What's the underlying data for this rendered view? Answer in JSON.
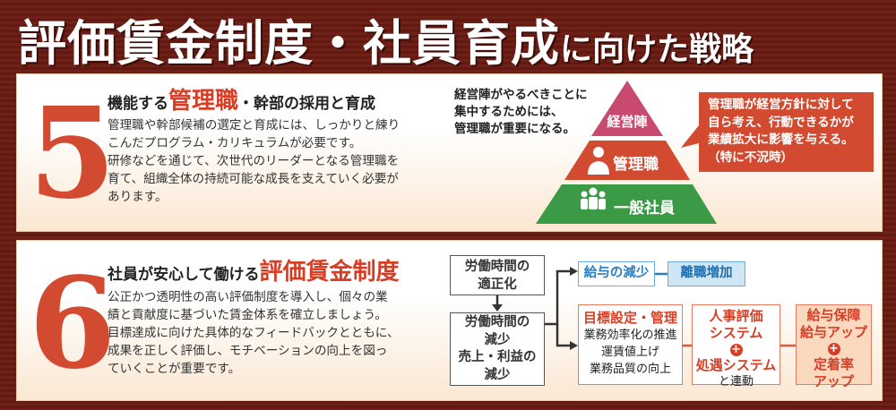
{
  "title": {
    "main": "評価賃金制度・社員育成",
    "sub": "に向けた戦略"
  },
  "section5": {
    "number": "5",
    "heading_pre": "機能する",
    "heading_em": "管理職",
    "heading_post": "・幹部の採用と育成",
    "body": [
      "管理職や幹部候補の選定と育成には、しっかりと練り",
      "こんだプログラム・カリキュラムが必要です。",
      "研修などを通じて、次世代のリーダーとなる管理職を",
      "育て、組織全体の持続可能な成長を支えていく必要が",
      "あります。"
    ],
    "lead": [
      "経営陣がやるべきことに",
      "集中するためには、",
      "管理職が重要になる。"
    ],
    "pyramid": [
      {
        "label": "経営陣",
        "color": "#c84a6e"
      },
      {
        "label": "管理職",
        "color": "#d24a30"
      },
      {
        "label": "一般社員",
        "color": "#3a9a45"
      }
    ],
    "callout": [
      "管理職が経営方針に対して",
      "自ら考え、行動できるかが",
      "業績拡大に影響を与える。",
      "（特に不況時）"
    ]
  },
  "section6": {
    "number": "6",
    "heading_pre": "社員が安心して働ける",
    "heading_em": "評価賃金制度",
    "body": [
      "公正かつ透明性の高い評価制度を導入し、個々の業",
      "績と貢献度に基づいた賃金体系を確立しましょう。",
      "目標達成に向けた具体的なフィードバックとともに、",
      "成果を正しく評価し、モチベーションの向上を図っ",
      "ていくことが重要です。"
    ],
    "flow": {
      "box1": [
        "労働時間の",
        "適正化"
      ],
      "box2": [
        "労働時間の",
        "減少",
        "売上・利益の",
        "減少"
      ],
      "pay_cut": "給与の減少",
      "turnover": "離職増加",
      "goal": {
        "title": "目標設定・管理",
        "items": [
          "業務効率化の推進",
          "運賃値上げ",
          "業務品質の向上"
        ]
      },
      "hr": {
        "line1": "人事評価",
        "line2": "システム",
        "line3": "処遇システム",
        "line4": "と連動"
      },
      "result": {
        "line1": "給与保障",
        "line2": "給与アップ",
        "line3": "定着率",
        "line4": "アップ"
      }
    }
  }
}
